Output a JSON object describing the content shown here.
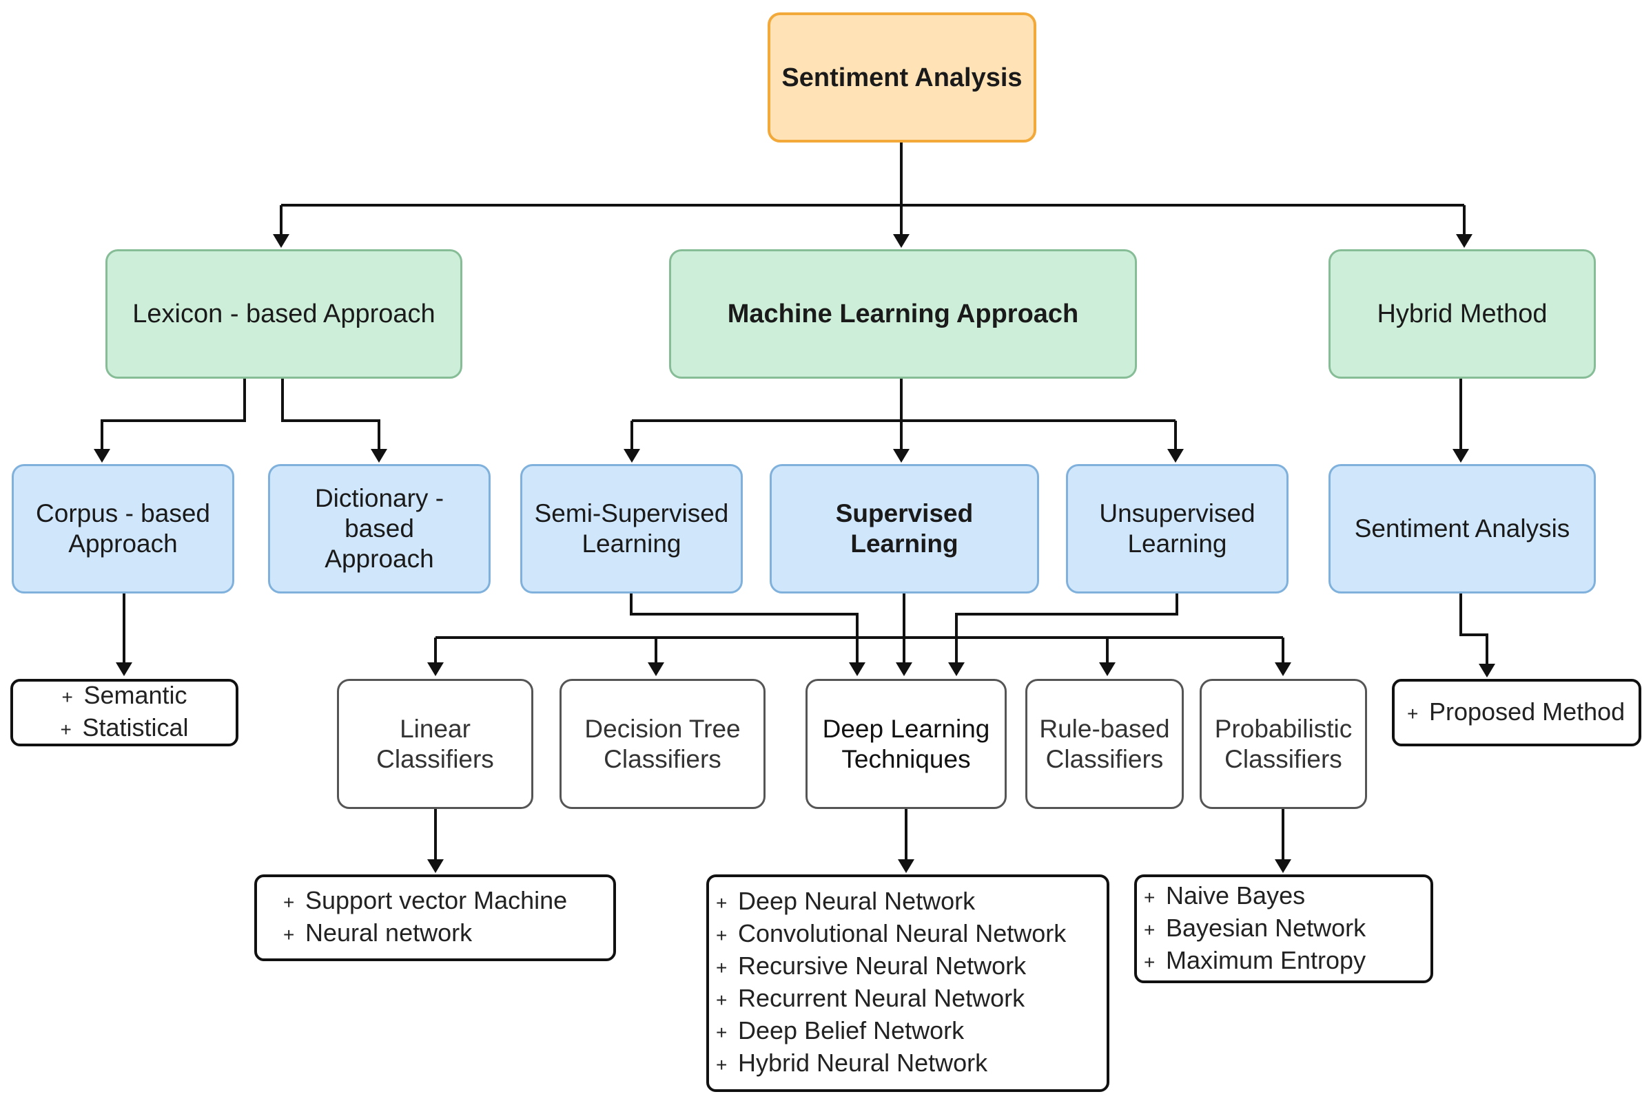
{
  "root": {
    "title": "Sentiment Analysis"
  },
  "approaches": {
    "lexicon": "Lexicon - based Approach",
    "ml": "Machine Learning Approach",
    "hybrid": "Hybrid Method"
  },
  "subtypes": {
    "corpus": [
      "Corpus - based",
      "Approach"
    ],
    "dictionary": [
      "Dictionary - based",
      "Approach"
    ],
    "semi": [
      "Semi-Supervised",
      "Learning"
    ],
    "supervised": "Supervised Learning",
    "unsupervised": [
      "Unsupervised",
      "Learning"
    ],
    "hybrid_sa": "Sentiment Analysis"
  },
  "classifiers": {
    "linear": [
      "Linear",
      "Classifiers"
    ],
    "decision_tree": [
      "Decision Tree",
      "Classifiers"
    ],
    "deep_learning": [
      "Deep Learning",
      "Techniques"
    ],
    "rule_based": [
      "Rule-based",
      "Classifiers"
    ],
    "probabilistic": [
      "Probabilistic",
      "Classifiers"
    ]
  },
  "lists": {
    "corpus": [
      "Semantic",
      "Statistical"
    ],
    "hybrid": [
      "Proposed Method"
    ],
    "linear": [
      "Support vector Machine",
      "Neural network"
    ],
    "deep": [
      "Deep Neural Network",
      "Convolutional Neural Network",
      "Recursive Neural Network",
      "Recurrent Neural Network",
      "Deep Belief Network",
      "Hybrid Neural Network"
    ],
    "probabilistic": [
      "Naive Bayes",
      "Bayesian Network",
      "Maximum Entropy"
    ]
  }
}
